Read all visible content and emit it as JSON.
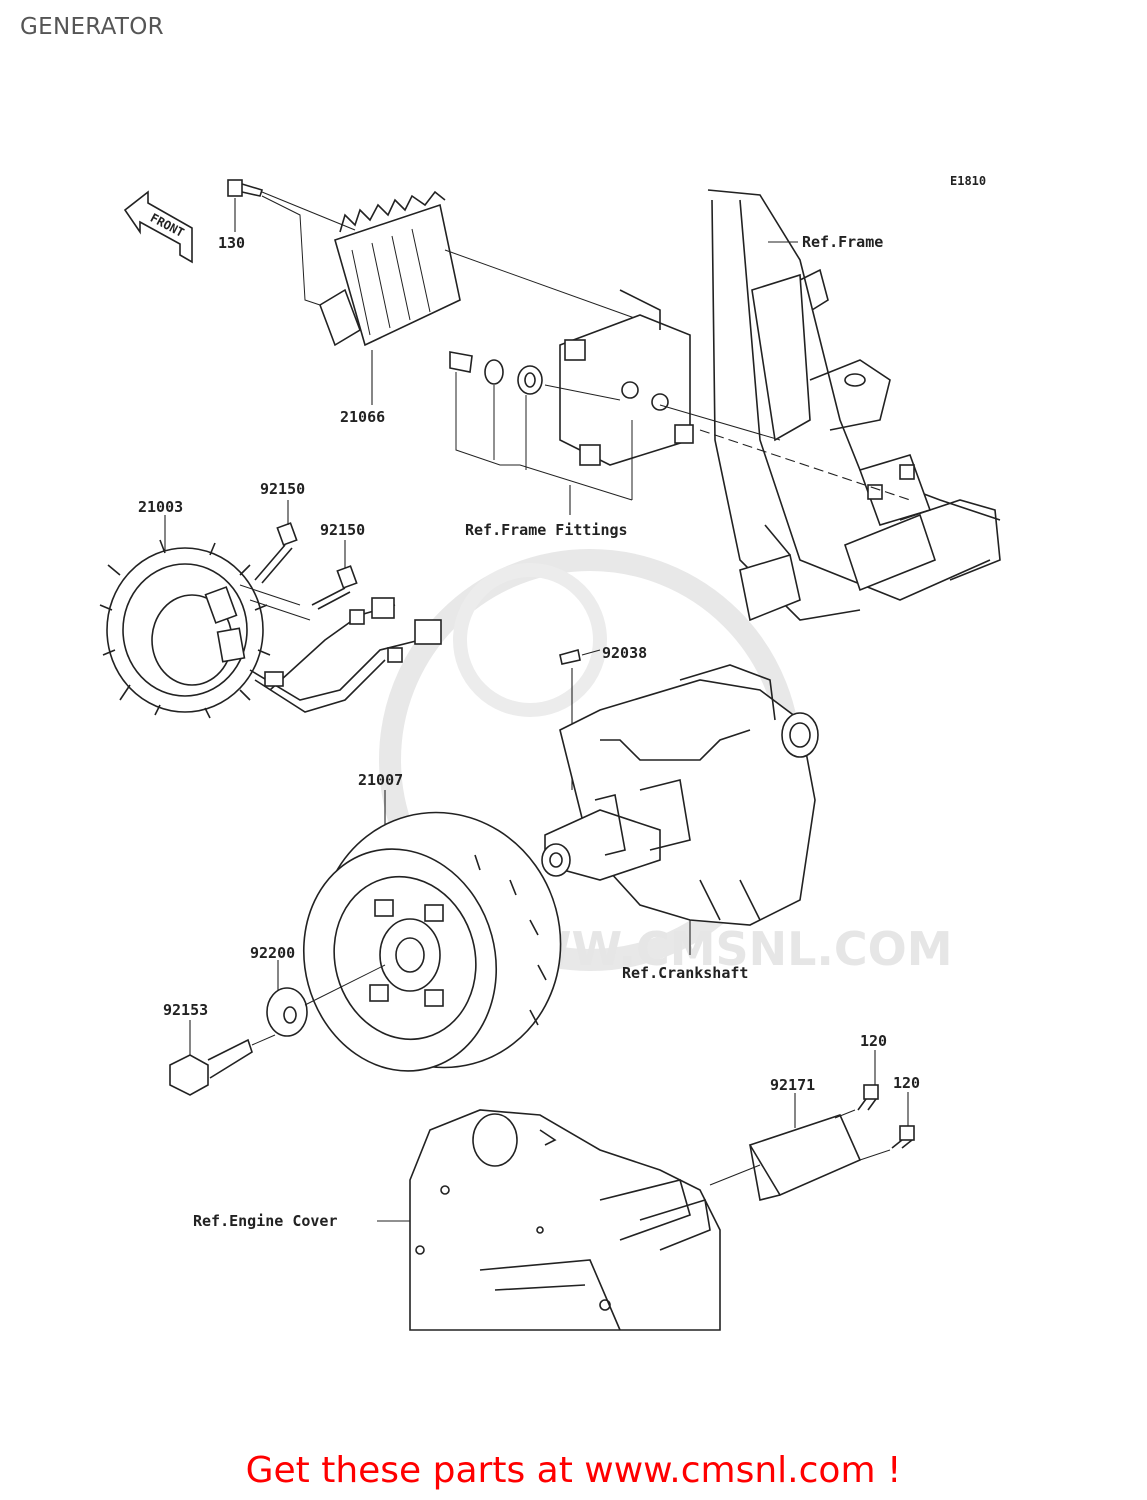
{
  "title": "GENERATOR",
  "diagram_code": "E1810",
  "direction_label": "FRONT",
  "watermark": "WWW.CMSNL.COM",
  "labels": {
    "p130": "130",
    "p21066": "21066",
    "p21003": "21003",
    "p92150a": "92150",
    "p92150b": "92150",
    "p92038": "92038",
    "p21007": "21007",
    "p92200": "92200",
    "p92153": "92153",
    "p120a": "120",
    "p120b": "120",
    "p92171": "92171",
    "ref_frame": "Ref.Frame",
    "ref_frame_fittings": "Ref.Frame Fittings",
    "ref_crankshaft": "Ref.Crankshaft",
    "ref_engine_cover": "Ref.Engine Cover"
  },
  "cta": "Get these parts at www.cmsnl.com !"
}
